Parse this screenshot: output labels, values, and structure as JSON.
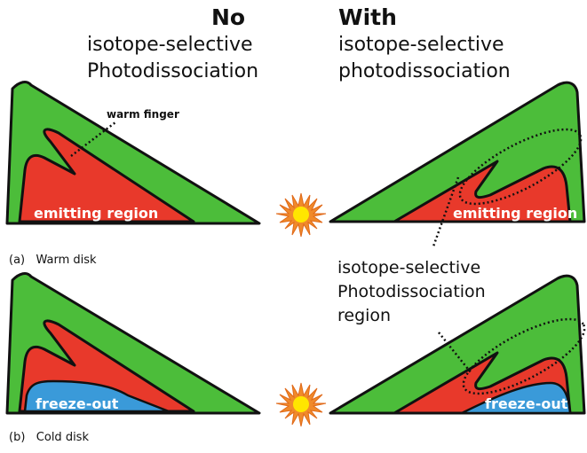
{
  "headers": {
    "left": {
      "word": "No",
      "line1": "isotope-selective",
      "line2": "Photodissociation"
    },
    "right": {
      "word": "With",
      "line1": "isotope-selective",
      "line2": "photodissociation"
    }
  },
  "labels": {
    "warm_finger": "warm finger",
    "emitting_region": "emitting region",
    "freeze_out": "freeze-out",
    "panel_a": "(a)   Warm disk",
    "panel_b": "(b)   Cold disk",
    "ispd_region": [
      "isotope-selective",
      "Photodissociation",
      "region"
    ]
  },
  "colors": {
    "outer_disk": "#4cbd3a",
    "emitting": "#e8392b",
    "freeze_out": "#3a9ad9",
    "outline": "#111111",
    "star_outer": "#f08a2a",
    "star_inner": "#ffe600"
  }
}
